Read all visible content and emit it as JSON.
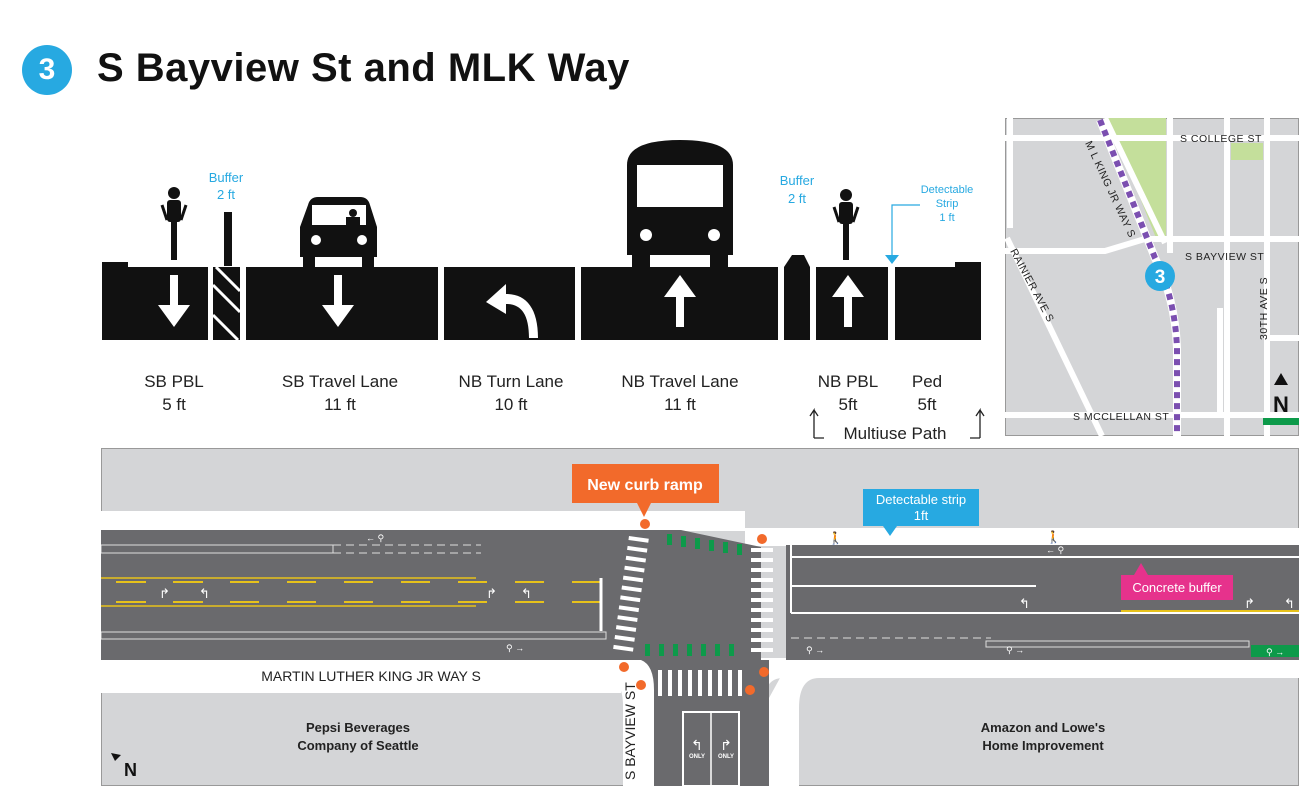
{
  "header": {
    "badge_number": "3",
    "title": "S Bayview St and MLK Way"
  },
  "cross_section": {
    "lanes": [
      {
        "name": "SB PBL",
        "width": "5 ft",
        "direction": "down"
      },
      {
        "name": "SB Travel Lane",
        "width": "11 ft",
        "direction": "down"
      },
      {
        "name": "NB Turn Lane",
        "width": "10 ft",
        "direction": "left-turn"
      },
      {
        "name": "NB Travel Lane",
        "width": "11 ft",
        "direction": "up"
      },
      {
        "name": "NB PBL",
        "width": "5ft",
        "direction": "up"
      },
      {
        "name": "Ped",
        "width": "5ft"
      }
    ],
    "buffer_left": {
      "label": "Buffer",
      "width": "2 ft"
    },
    "buffer_right": {
      "label": "Buffer",
      "width": "2 ft"
    },
    "detectable_strip": {
      "line1": "Detectable",
      "line2": "Strip",
      "line3": "1 ft"
    },
    "multiuse_label": "Multiuse Path"
  },
  "map": {
    "streets": {
      "college": "S COLLEGE ST",
      "mlk": "M L KING JR WAY S",
      "bayview": "S BAYVIEW ST",
      "rainier": "RAINIER AVE S",
      "ave30": "30TH AVE S",
      "mcclellan": "S MCCLELLAN ST"
    },
    "marker": "3",
    "north": "N"
  },
  "plan": {
    "callouts": {
      "curb_ramp": "New curb ramp",
      "strip_line1": "Detectable strip",
      "strip_line2": "1ft",
      "concrete": "Concrete buffer"
    },
    "street_mlk": "MARTIN LUTHER KING JR WAY S",
    "street_bayview": "S BAYVIEW ST",
    "west_label_1": "Pepsi Beverages",
    "west_label_2": "Company of Seattle",
    "east_label_1": "Amazon and Lowe's",
    "east_label_2": "Home Improvement",
    "only_label": "ONLY",
    "north": "N"
  },
  "colors": {
    "accent_blue": "#27a9e1",
    "orange": "#f26a2b",
    "pink": "#e6328c",
    "green": "#0d9a4a",
    "purple": "#7b4fb0",
    "road": "#6a6a6d"
  }
}
